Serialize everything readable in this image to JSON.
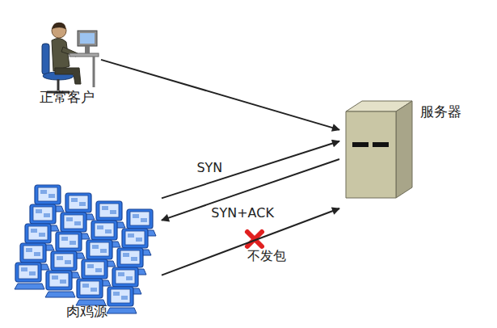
{
  "diagram": {
    "nodes": [
      {
        "text": [
          "正常客户"
        ]
      },
      {
        "text": [
          "服务器"
        ]
      },
      {
        "text": [
          "肉鸡源"
        ]
      }
    ],
    "edges": [
      {
        "from": 0,
        "to": 1,
        "arrow": "to"
      },
      {
        "from": 2,
        "to": 1,
        "label": "SYN",
        "arrow": "to"
      },
      {
        "from": 1,
        "to": 2,
        "label": "SYN+ACK",
        "arrow": "to"
      },
      {
        "from": 2,
        "to": 1,
        "label": "不发包",
        "arrow": "to"
      }
    ]
  }
}
